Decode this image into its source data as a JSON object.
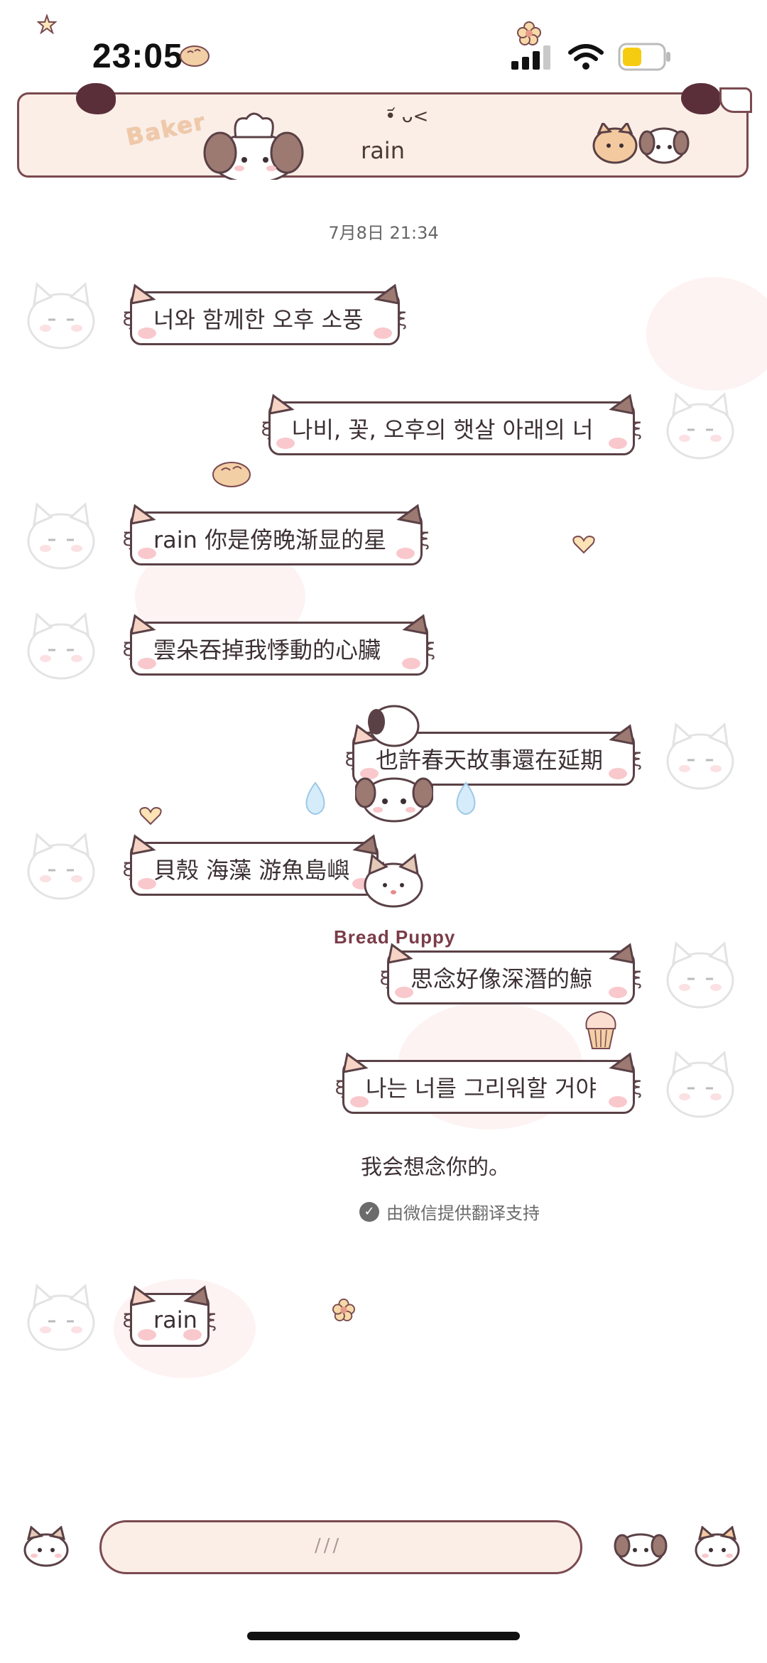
{
  "status_bar": {
    "time": "23:05"
  },
  "header": {
    "brand_text": "Baker",
    "contact_name": "rain"
  },
  "chat": {
    "timestamp": "7月8日 21:34",
    "messages": [
      {
        "side": "left",
        "text": "너와 함께한 오후 소풍"
      },
      {
        "side": "right",
        "text": "나비, 꽃, 오후의 햇살 아래의 너"
      },
      {
        "side": "left",
        "text": "rain 你是傍晚渐显的星"
      },
      {
        "side": "left",
        "text": "雲朵吞掉我悸動的心臟"
      },
      {
        "side": "right",
        "text": "也許春天故事還在延期"
      },
      {
        "side": "left",
        "text": "貝殼 海藻 游魚島嶼"
      },
      {
        "side": "right",
        "text": "思念好像深潛的鯨"
      },
      {
        "side": "right",
        "text": "나는 너를 그리워할 거야"
      },
      {
        "side": "left",
        "text": "rain"
      }
    ],
    "translation": {
      "text": "我会想念你的。",
      "badge": "由微信提供翻译支持"
    },
    "sticker_label": "Bread Puppy"
  },
  "input": {
    "hint_glyph": "///"
  }
}
